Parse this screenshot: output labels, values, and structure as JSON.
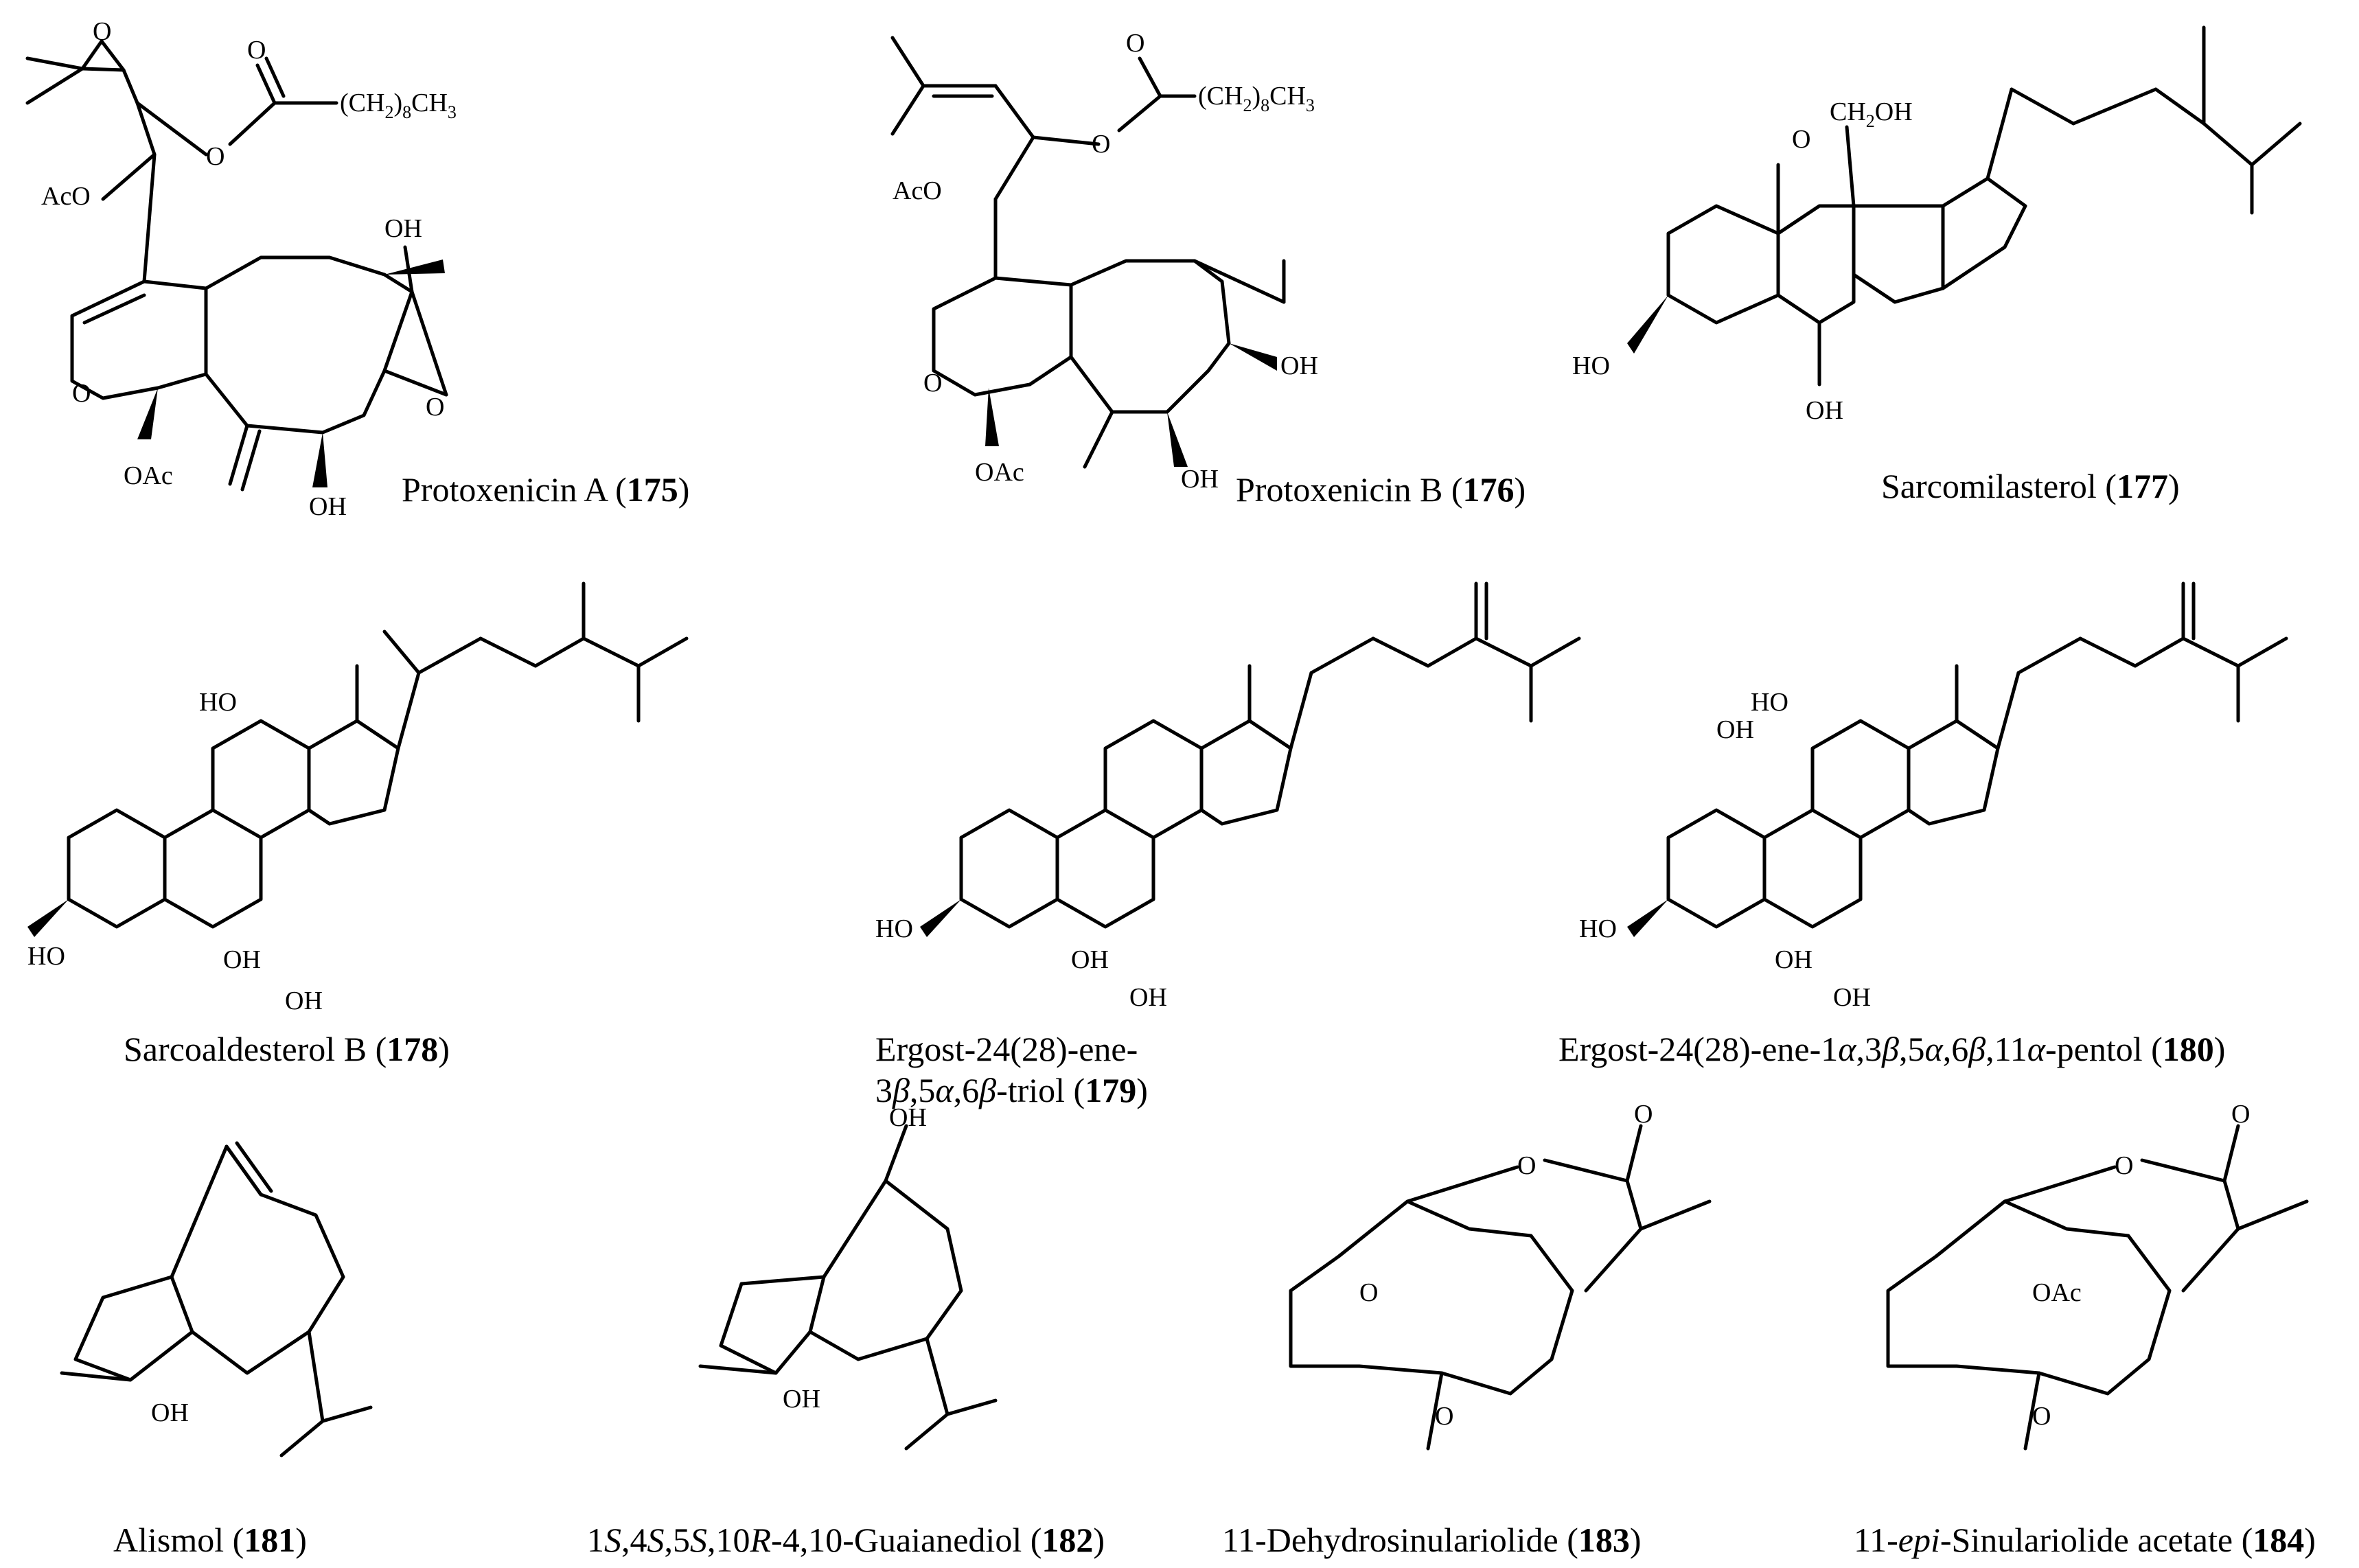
{
  "compounds": [
    {
      "id": "c175",
      "name": "Protoxenicin A",
      "number": "175"
    },
    {
      "id": "c176",
      "name": "Protoxenicin B",
      "number": "176"
    },
    {
      "id": "c177",
      "name": "Sarcomilasterol",
      "number": "177"
    },
    {
      "id": "c178",
      "name": "Sarcoaldesterol B",
      "number": "178"
    },
    {
      "id": "c179",
      "name_line1": "Ergost-24(28)-ene-",
      "name_line2_pre": "3",
      "name_line2_mid": ",5",
      "name_line2_mid2": ",6",
      "name_line2_post": "-triol",
      "number": "179"
    },
    {
      "id": "c180",
      "name_pre": "Ergost-24(28)-ene-1",
      "name_post": "-pentol",
      "number": "180"
    },
    {
      "id": "c181",
      "name": "Alismol",
      "number": "181"
    },
    {
      "id": "c182",
      "name": "-4,10-Guaianediol",
      "number": "182"
    },
    {
      "id": "c183",
      "name": "11-Dehydrosinulariolide",
      "number": "183"
    },
    {
      "id": "c184",
      "name_pre": "11-",
      "name_italic": "epi",
      "name_post": "-Sinulariolide acetate",
      "number": "184"
    }
  ],
  "atom_labels": {
    "OAc": "OAc",
    "AcO": "AcO",
    "OH": "OH",
    "HO": "HO",
    "O": "O",
    "CH2OH": "CH",
    "CH2_sub": "2",
    "CH2OH_tail": "OH",
    "chain_pre": "(CH",
    "chain_sub": "2",
    "chain_mid": ")",
    "chain_sub2": "8",
    "chain_post": "CH",
    "chain_sub3": "3",
    "greek_alpha": "α",
    "greek_beta": "β"
  }
}
